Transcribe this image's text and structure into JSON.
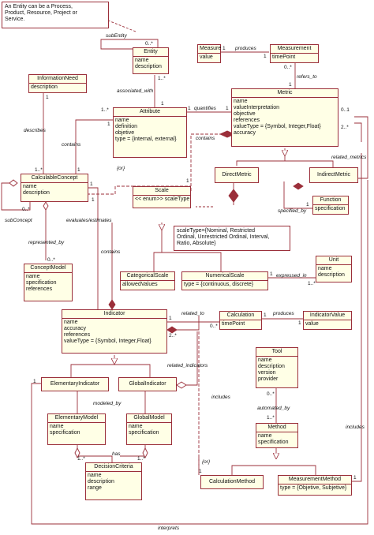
{
  "notes": {
    "entity_note": [
      "An Entity can be a Process,",
      "Product, Resource, Project or",
      "Service."
    ],
    "scale_note": [
      "scaleType={Nominal, Restricted",
      "Ordinal, Unrestricted Ordinal, Interval,",
      "Ratio,  Absolute}"
    ]
  },
  "classes": {
    "entity": {
      "name": "Entity",
      "attrs": [
        "name",
        "description"
      ]
    },
    "measure": {
      "name": "Measure",
      "attrs": [
        "value"
      ]
    },
    "measurement": {
      "name": "Measurement",
      "attrs": [
        "timePoint"
      ]
    },
    "information_need": {
      "name": "InformationNeed",
      "attrs": [
        "description"
      ]
    },
    "attribute": {
      "name": "Attribute",
      "attrs": [
        "name",
        "definition",
        "objetive",
        "type = {internal, external}"
      ]
    },
    "metric": {
      "name": "Metric",
      "attrs": [
        "name",
        "valueInterpretation",
        "objective",
        "references",
        "valueType = {Symbol, Integer,Float}",
        "accuracy"
      ]
    },
    "direct_metric": {
      "name": "DirectMetric",
      "attrs": []
    },
    "indirect_metric": {
      "name": "IndirectMetric",
      "attrs": []
    },
    "function": {
      "name": "Function",
      "attrs": [
        "specification"
      ]
    },
    "calculable_concept": {
      "name": "CalculableConcept",
      "attrs": [
        "name",
        "description"
      ]
    },
    "scale": {
      "name": "Scale",
      "attrs": [
        "<< enum>> scaleType"
      ]
    },
    "concept_model": {
      "name": "ConceptModel",
      "attrs": [
        "name",
        "specification",
        "references"
      ]
    },
    "categorical_scale": {
      "name": "CategoricalScale",
      "attrs": [
        "allowedValues"
      ]
    },
    "numerical_scale": {
      "name": "NumericalScale",
      "attrs": [
        "type = {continuous, discrete}"
      ]
    },
    "unit": {
      "name": "Unit",
      "attrs": [
        "name",
        "description"
      ]
    },
    "indicator": {
      "name": "Indicator",
      "attrs": [
        "name",
        "accuracy",
        "references",
        "valueType = {Symbol, Integer,Float}"
      ]
    },
    "calculation": {
      "name": "Calculation",
      "attrs": [
        "timePoint"
      ]
    },
    "indicator_value": {
      "name": "IndicatorValue",
      "attrs": [
        "value"
      ]
    },
    "tool": {
      "name": "Tool",
      "attrs": [
        "name",
        "description",
        "version",
        "provider"
      ]
    },
    "elementary_indicator": {
      "name": "ElementaryIndicator",
      "attrs": []
    },
    "global_indicator": {
      "name": "GlobalIndicator",
      "attrs": []
    },
    "elementary_model": {
      "name": "ElementaryModel",
      "attrs": [
        "name",
        "specification"
      ]
    },
    "global_model": {
      "name": "GlobalModel",
      "attrs": [
        "name",
        "specification"
      ]
    },
    "method": {
      "name": "Method",
      "attrs": [
        "name",
        "specification"
      ]
    },
    "decision_criteria": {
      "name": "DecisionCriteria",
      "attrs": [
        "name",
        "description",
        "range"
      ]
    },
    "calculation_method": {
      "name": "CalculationMethod",
      "attrs": []
    },
    "measurement_method": {
      "name": "MeasurementMethod",
      "attrs": [
        "type = {Objetive, Subjetive}"
      ]
    }
  },
  "labels": {
    "subentity": "subEntity",
    "produces_1": "produces",
    "refers_to": "refers_to",
    "associated_with": "associated_with",
    "quantifies": "quantifies",
    "describes": "describes",
    "contains_1": "contains",
    "contains_2": "contains",
    "contains_3": "contains",
    "related_metrics": "related_metrics",
    "or_1": "{or}",
    "or_2": "{or}",
    "evaluates_estimates": "evaluates/estimates",
    "sub_concept": "subConcept",
    "specified_by": "specified_by",
    "represented_by": "represented_by",
    "expressed_in": "expressed_in",
    "related_to": "related_to",
    "produces_2": "produces",
    "related_indicators": "related_indicators",
    "includes_1": "includes",
    "includes_2": "includes",
    "modeled_by": "modeled_by",
    "automated_by": "automated_by",
    "has": "has",
    "interprets": "interprets"
  },
  "multiplicities": {
    "m_entity_0n": "0..*",
    "m_entity_1n": "1..*",
    "m_entity_1": "1",
    "m_measure_1": "1",
    "m_measurement_1": "1",
    "m_measurement_0n": "0..*",
    "m_metric_1_top": "1",
    "m_attr_1n": "1..*",
    "m_attr_1": "1",
    "m_metric_1": "1",
    "m_metric_01": "0..1",
    "m_metric_2n": "2..*",
    "m_info_1": "1",
    "m_cc_1n": "1..*",
    "m_cc_1": "1",
    "m_cc_0n": "0..*",
    "m_cc_1b": "1",
    "m_scale_1": "1",
    "m_cm_0n": "0..*",
    "m_cm_1": "1",
    "m_unit_1n": "1..*",
    "m_ns_1": "1",
    "m_ind_1": "1",
    "m_calc_0n": "0..*",
    "m_calc_1": "1",
    "m_iv_1": "1",
    "m_ind_2n": "2..*",
    "m_tool_0n": "0..*",
    "m_method_1n": "1..*",
    "m_dc_1n": "1..*",
    "m_dc_1n_b": "1..*",
    "m_func_1": "1",
    "m_calcm_1": "1",
    "m_measm_1": "1",
    "m_interprets_1": "1",
    "m_attr_cc_1": "1"
  },
  "colors": {
    "stroke": "#9b2f3a",
    "fill": "#ffffe6",
    "note_fold": "#ffffff"
  }
}
